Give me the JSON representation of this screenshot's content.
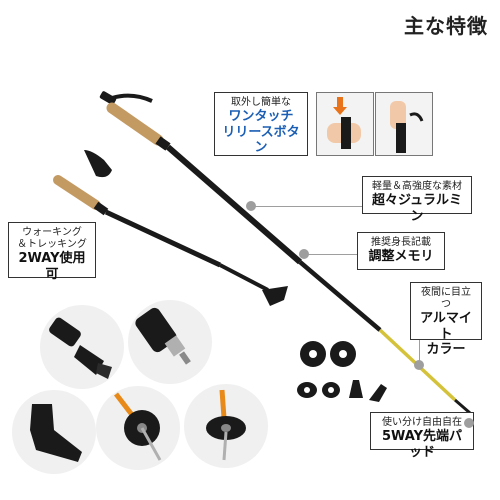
{
  "header": {
    "title": "主な特徴"
  },
  "callouts": {
    "quick_release": {
      "line1": "取外し簡単な",
      "line2": "ワンタッチ",
      "line3": "リリースボタン"
    },
    "material": {
      "line1": "軽量＆高強度な素材",
      "line2": "超々ジュラルミン"
    },
    "height": {
      "line1": "推奨身長記載",
      "line2": "調整メモリ"
    },
    "night": {
      "line1": "夜間に目立つ",
      "line2": "アルマイト",
      "line3": "カラー"
    },
    "twoway": {
      "line1": "ウォーキング",
      "line2": "＆トレッキング",
      "line3": "2WAY使用可"
    },
    "pads": {
      "line1": "使い分け自由自在",
      "line2": "5WAY先端パッド"
    }
  },
  "colors": {
    "accent_blue": "#1b5fb5",
    "cork": "#c49a63",
    "gold": "#d4c23a",
    "orange": "#e88a1a",
    "shaft": "#1a1a1a"
  }
}
